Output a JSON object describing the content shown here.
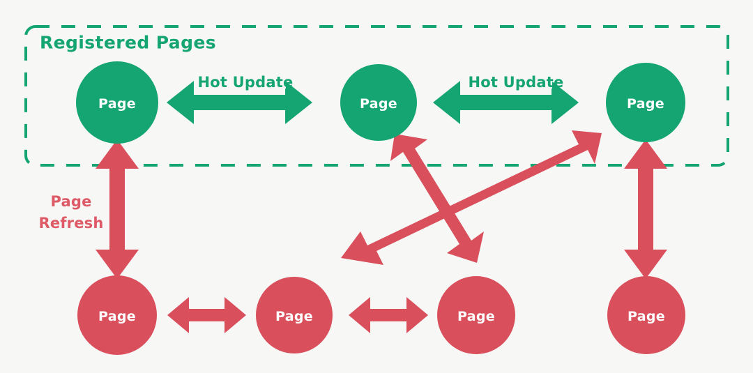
{
  "diagram": {
    "title": "Registered Pages",
    "background_color": "#f7f7f6",
    "green_color": "#14a572",
    "red_color": "#d94f5c",
    "group_box": {
      "label": "Registered Pages",
      "style": "dashed",
      "color": "#14a572"
    },
    "registered_nodes": [
      {
        "label": "Page"
      },
      {
        "label": "Page"
      },
      {
        "label": "Page"
      }
    ],
    "unregistered_nodes": [
      {
        "label": "Page"
      },
      {
        "label": "Page"
      },
      {
        "label": "Page"
      },
      {
        "label": "Page"
      }
    ],
    "edge_labels": {
      "hot_update_1": "Hot Update",
      "hot_update_2": "Hot Update",
      "page_refresh_line1": "Page",
      "page_refresh_line2": "Refresh"
    }
  }
}
